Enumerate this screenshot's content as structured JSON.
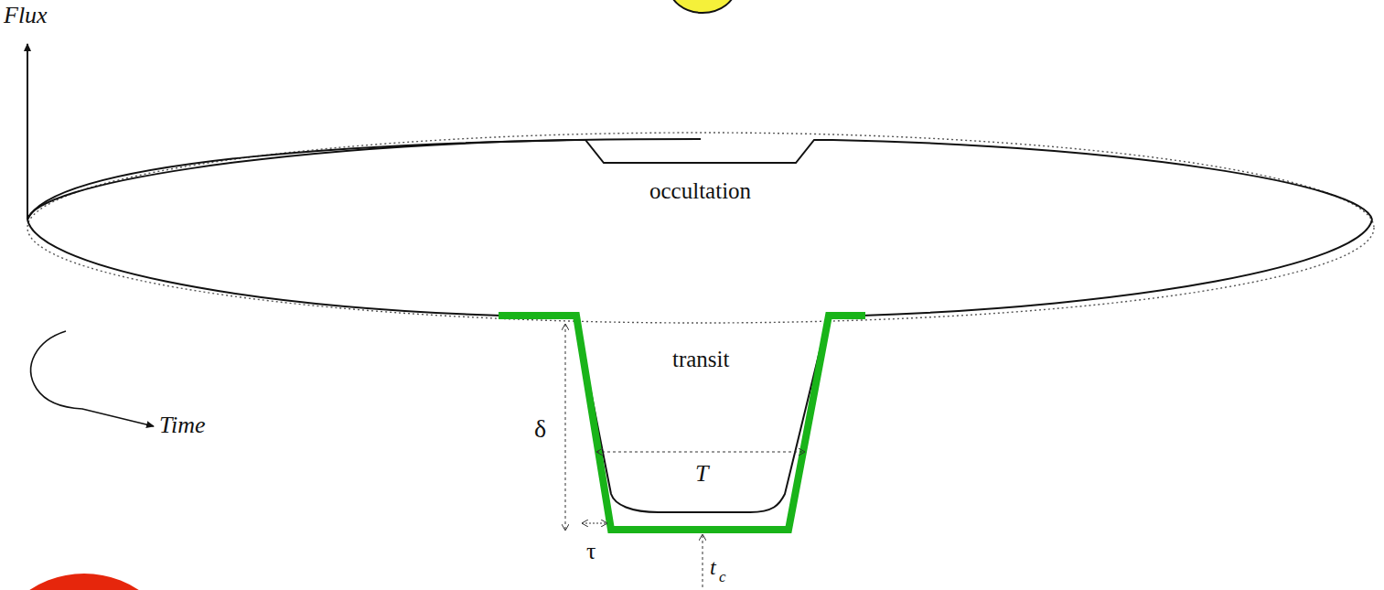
{
  "diagram": {
    "labels": [
      "Flux",
      "Time",
      "occultation",
      "transit",
      "δ",
      "T",
      "τ",
      "t",
      "c"
    ]
  }
}
